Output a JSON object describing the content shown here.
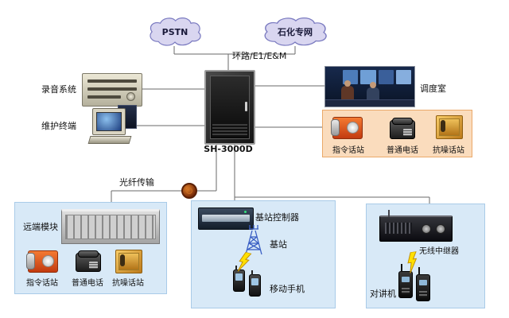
{
  "colors": {
    "cloud_fill": "#d9d6f0",
    "cloud_border": "#7a7ac0",
    "panel_blue": "#d8e9f7",
    "panel_blue_border": "#a9cbe8",
    "panel_orange": "#fadcbd",
    "panel_orange_border": "#eba96a",
    "line": "#6a6a6a"
  },
  "diagram": {
    "clouds": {
      "pstn": "PSTN",
      "petro": "石化专网"
    },
    "trunk_label": "环路/E1/E&M",
    "recording_label": "录音系统",
    "maintenance_label": "维护终端",
    "cabinet_model": "SH-3000D",
    "dispatch_room_label": "调度室",
    "station_panel": {
      "items": [
        "指令话站",
        "普通电话",
        "抗噪话站"
      ]
    },
    "fiber_label": "光纤传输",
    "remote_panel": {
      "title": "远端模块",
      "items": [
        "指令话站",
        "普通电话",
        "抗噪话站"
      ]
    },
    "bsc_panel": {
      "controller": "基站控制器",
      "base_station": "基站",
      "mobile": "移动手机"
    },
    "repeater_panel": {
      "repeater": "无线中继器",
      "walkie": "对讲机"
    }
  }
}
